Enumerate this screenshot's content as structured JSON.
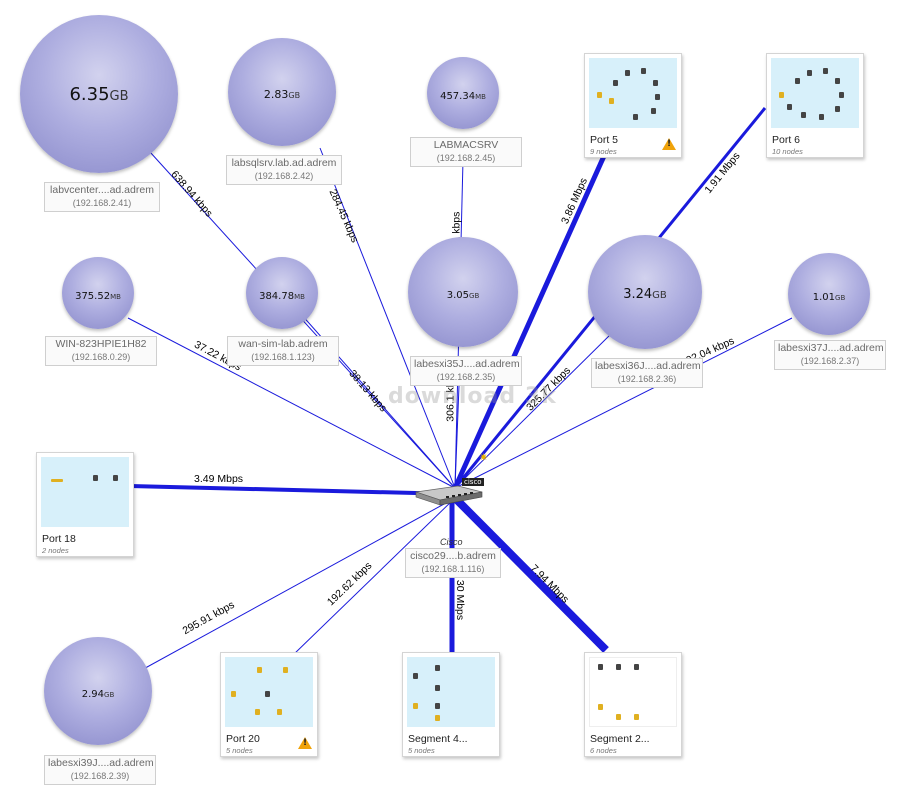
{
  "watermark": "download 3k",
  "switch": {
    "vendor": "Cisco",
    "vendor_tag": "cisco",
    "name": "cisco29....b.adrem",
    "ip": "(192.168.1.116)"
  },
  "spheres": [
    {
      "id": "labvcenter",
      "value": "6.35",
      "unit": "GB",
      "name": "labvcenter....ad.adrem",
      "ip": "(192.168.2.41)"
    },
    {
      "id": "labsqlsrv",
      "value": "2.83",
      "unit": "GB",
      "name": "labsqlsrv.lab.ad.adrem",
      "ip": "(192.168.2.42)"
    },
    {
      "id": "labmacsrv",
      "value": "457.34",
      "unit": "MB",
      "name": "LABMACSRV",
      "ip": "(192.168.2.45)"
    },
    {
      "id": "win823",
      "value": "375.52",
      "unit": "MB",
      "name": "WIN-823HPIE1H82",
      "ip": "(192.168.0.29)"
    },
    {
      "id": "wansim",
      "value": "384.78",
      "unit": "MB",
      "name": "wan-sim-lab.adrem",
      "ip": "(192.168.1.123)"
    },
    {
      "id": "labesxi35",
      "value": "3.05",
      "unit": "GB",
      "name": "labesxi35J....ad.adrem",
      "ip": "(192.168.2.35)"
    },
    {
      "id": "labesxi36",
      "value": "3.24",
      "unit": "GB",
      "name": "labesxi36J....ad.adrem",
      "ip": "(192.168.2.36)"
    },
    {
      "id": "labesxi37",
      "value": "1.01",
      "unit": "GB",
      "name": "labesxi37J....ad.adrem",
      "ip": "(192.168.2.37)"
    },
    {
      "id": "labesxi39",
      "value": "2.94",
      "unit": "GB",
      "name": "labesxi39J....ad.adrem",
      "ip": "(192.168.2.39)"
    }
  ],
  "cards": [
    {
      "id": "port5",
      "title": "Port 5",
      "sub": "9 nodes",
      "warning": true
    },
    {
      "id": "port6",
      "title": "Port 6",
      "sub": "10 nodes",
      "warning": false
    },
    {
      "id": "port18",
      "title": "Port 18",
      "sub": "2 nodes",
      "warning": false
    },
    {
      "id": "port20",
      "title": "Port 20",
      "sub": "5 nodes",
      "warning": true
    },
    {
      "id": "seg4",
      "title": "Segment 4...",
      "sub": "5 nodes",
      "warning": false
    },
    {
      "id": "seg2",
      "title": "Segment 2...",
      "sub": "6 nodes",
      "warning": false
    }
  ],
  "links": [
    {
      "id": "l-labvcenter",
      "label": "638.94 kbps"
    },
    {
      "id": "l-labsqlsrv",
      "label": "284.45 kbps"
    },
    {
      "id": "l-labmacsrv",
      "label": "31 kbps"
    },
    {
      "id": "l-port5",
      "label": "3.86 Mbps"
    },
    {
      "id": "l-port6",
      "label": "1.91 Mbps"
    },
    {
      "id": "l-win823",
      "label": "37.22 kbps"
    },
    {
      "id": "l-wansim",
      "label": "38.13 kbps"
    },
    {
      "id": "l-labesxi35",
      "label": "306.1 kbps"
    },
    {
      "id": "l-labesxi36",
      "label": "325.77 kbps"
    },
    {
      "id": "l-labesxi37",
      "label": "102.04 kbps"
    },
    {
      "id": "l-port18",
      "label": "3.49 Mbps"
    },
    {
      "id": "l-labesxi39",
      "label": "295.91 kbps"
    },
    {
      "id": "l-port20",
      "label": "192.62 kbps"
    },
    {
      "id": "l-seg4",
      "label": "30 Mbps"
    },
    {
      "id": "l-seg2",
      "label": "7.94 Mbps"
    }
  ],
  "colors": {
    "link": "#1a1adc",
    "sphere": "#9d9dd6",
    "thumb": "#d7f0fa"
  }
}
